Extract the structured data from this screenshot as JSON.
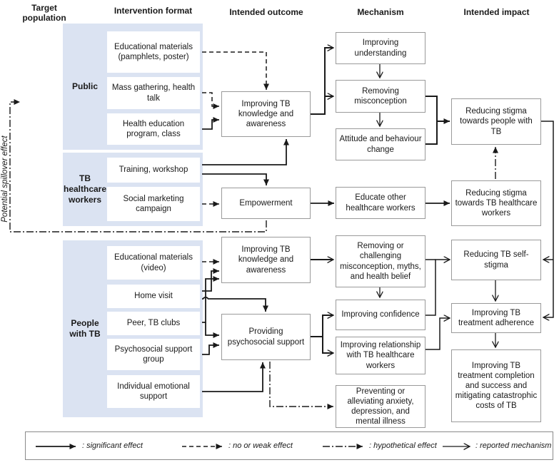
{
  "headers": {
    "target_population": "Target population",
    "intervention_format": "Intervention format",
    "intended_outcome": "Intended outcome",
    "mechanism": "Mechanism",
    "intended_impact": "Intended impact"
  },
  "side_label": "Potential spillover effect",
  "populations": [
    {
      "label": "Public",
      "interventions": [
        "Educational materials (pamphlets, poster)",
        "Mass gathering, health talk",
        "Health education program, class"
      ]
    },
    {
      "label": "TB healthcare workers",
      "interventions": [
        "Training, workshop",
        "Social marketing campaign"
      ]
    },
    {
      "label": "People with TB",
      "interventions": [
        "Educational materials (video)",
        "Home visit",
        "Peer, TB clubs",
        "Psychosocial support group",
        "Individual emotional support"
      ]
    }
  ],
  "outcomes": [
    "Improving TB knowledge and awareness",
    "Empowerment",
    "Improving TB knowledge and awareness",
    "Providing psychosocial support"
  ],
  "mechanisms": [
    "Improving understanding",
    "Removing misconception",
    "Attitude and behaviour change",
    "Educate other healthcare workers",
    "Removing or challenging misconception, myths, and health belief",
    "Improving confidence",
    "Improving relationship with TB healthcare workers",
    "Preventing or alleviating anxiety, depression, and mental illness"
  ],
  "impacts": [
    "Reducing stigma towards people with TB",
    "Reducing stigma towards TB healthcare workers",
    "Reducing TB self-stigma",
    "Improving TB treatment adherence",
    "Improving TB treatment completion and success and mitigating catastrophic costs of TB"
  ],
  "legend": {
    "significant": ": significant effect",
    "weak": ": no or weak effect",
    "hypothetical": ": hypothetical effect",
    "reported": ": reported mechanism"
  },
  "colors": {
    "panel_fill": "#dbe3f2",
    "box_border": "#9a9a9a",
    "arrow": "#1a1a1a"
  }
}
